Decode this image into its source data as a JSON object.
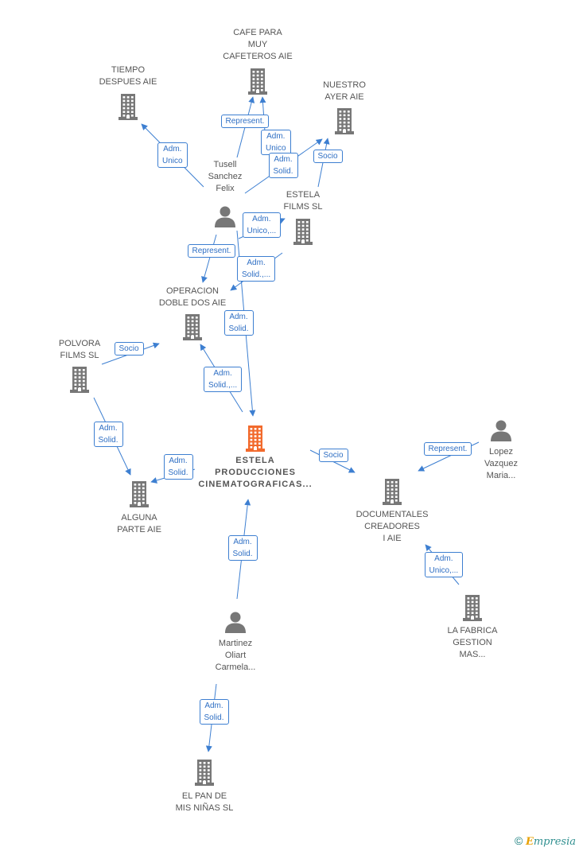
{
  "colors": {
    "edge": "#3d7fd1",
    "node_gray": "#777777",
    "node_center": "#f26a2c"
  },
  "nodes": [
    {
      "id": "cafe",
      "type": "company",
      "lines": [
        "CAFE PARA",
        "MUY",
        "CAFETEROS AIE"
      ]
    },
    {
      "id": "tiempo",
      "type": "company",
      "lines": [
        "TIEMPO",
        "DESPUES AIE"
      ]
    },
    {
      "id": "nuestro",
      "type": "company",
      "lines": [
        "NUESTRO",
        "AYER AIE"
      ]
    },
    {
      "id": "tusell",
      "type": "person",
      "lines": [
        "Tusell",
        "Sanchez",
        "Felix"
      ]
    },
    {
      "id": "estelafilms",
      "type": "company",
      "lines": [
        "ESTELA",
        "FILMS SL"
      ]
    },
    {
      "id": "operacion",
      "type": "company",
      "lines": [
        "OPERACION",
        "DOBLE DOS AIE"
      ]
    },
    {
      "id": "polvora",
      "type": "company",
      "lines": [
        "POLVORA",
        "FILMS  SL"
      ]
    },
    {
      "id": "estela",
      "type": "center",
      "lines": [
        "ESTELA",
        "PRODUCCIONES",
        "CINEMATOGRAFICAS..."
      ]
    },
    {
      "id": "lopez",
      "type": "person",
      "lines": [
        "Lopez",
        "Vazquez",
        "Maria..."
      ]
    },
    {
      "id": "documentales",
      "type": "company",
      "lines": [
        "DOCUMENTALES",
        "CREADORES",
        "I AIE"
      ]
    },
    {
      "id": "alguna",
      "type": "company",
      "lines": [
        "ALGUNA",
        "PARTE AIE"
      ]
    },
    {
      "id": "fabrica",
      "type": "company",
      "lines": [
        "LA FABRICA",
        "GESTION",
        "MAS..."
      ]
    },
    {
      "id": "martinez",
      "type": "person",
      "lines": [
        "Martinez",
        "Oliart",
        "Carmela..."
      ]
    },
    {
      "id": "elpan",
      "type": "company",
      "lines": [
        "EL PAN DE",
        "MIS NIÑAS  SL"
      ]
    }
  ],
  "edges": [
    {
      "from": "tusell",
      "to": "tiempo",
      "lines": [
        "Adm.",
        "Unico"
      ]
    },
    {
      "from": "tusell",
      "to": "cafe",
      "lines": [
        "Represent."
      ]
    },
    {
      "from": "tusell",
      "to": "cafe",
      "lines": [
        "Adm.",
        "Unico"
      ]
    },
    {
      "from": "tusell",
      "to": "nuestro",
      "lines": [
        "Adm.",
        "Solid."
      ]
    },
    {
      "from": "estelafilms",
      "to": "nuestro",
      "lines": [
        "Socio"
      ]
    },
    {
      "from": "tusell",
      "to": "estela",
      "lines": [
        "Adm.",
        "Unico,..."
      ]
    },
    {
      "from": "tusell",
      "to": "operacion",
      "lines": [
        "Represent."
      ]
    },
    {
      "from": "estelafilms",
      "to": "operacion",
      "lines": [
        "Adm.",
        "Solid.,..."
      ]
    },
    {
      "from": "tusell",
      "to": "estela",
      "lines": [
        "Adm.",
        "Solid."
      ]
    },
    {
      "from": "polvora",
      "to": "operacion",
      "lines": [
        "Socio"
      ]
    },
    {
      "from": "estela",
      "to": "operacion",
      "lines": [
        "Adm.",
        "Solid.,..."
      ]
    },
    {
      "from": "polvora",
      "to": "alguna",
      "lines": [
        "Adm.",
        "Solid."
      ]
    },
    {
      "from": "estela",
      "to": "alguna",
      "lines": [
        "Adm.",
        "Solid."
      ]
    },
    {
      "from": "estela",
      "to": "documentales",
      "lines": [
        "Socio"
      ]
    },
    {
      "from": "lopez",
      "to": "documentales",
      "lines": [
        "Represent."
      ]
    },
    {
      "from": "fabrica",
      "to": "documentales",
      "lines": [
        "Adm.",
        "Unico,..."
      ]
    },
    {
      "from": "martinez",
      "to": "estela",
      "lines": [
        "Adm.",
        "Solid."
      ]
    },
    {
      "from": "martinez",
      "to": "elpan",
      "lines": [
        "Adm.",
        "Solid."
      ]
    }
  ],
  "footer": {
    "symbol": "©",
    "brand_first": "E",
    "brand_rest": "mpresia"
  }
}
